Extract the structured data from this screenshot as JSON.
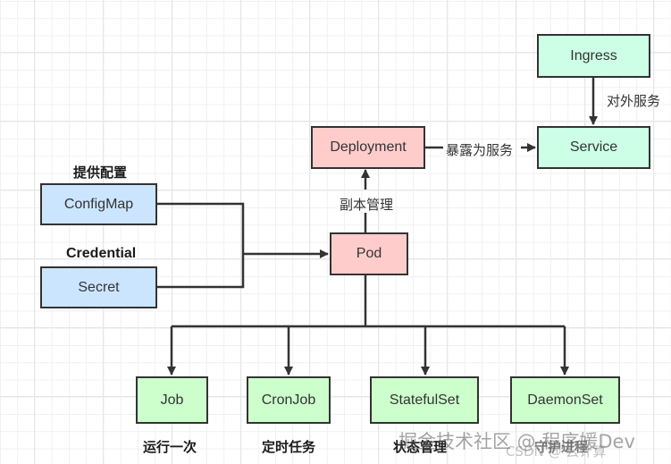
{
  "nodes": {
    "ingress": "Ingress",
    "service": "Service",
    "deployment": "Deployment",
    "pod": "Pod",
    "configmap": "ConfigMap",
    "secret": "Secret",
    "job": "Job",
    "cronjob": "CronJob",
    "statefulset": "StatefulSet",
    "daemonset": "DaemonSet"
  },
  "edge_labels": {
    "ingress_to_service": "对外服务",
    "deployment_to_service": "暴露为服务",
    "pod_to_deployment": "副本管理"
  },
  "annotations": {
    "configmap": "提供配置",
    "secret": "Credential",
    "job": "运行一次",
    "cronjob": "定时任务",
    "statefulset": "状态管理",
    "daemonset": "守护进程"
  },
  "watermarks": {
    "primary": "掘金技术社区 @ 程序媛Dev",
    "secondary": "CSDN @ 云计算"
  },
  "colors": {
    "stroke": "#333333",
    "pink": "#ffcccc",
    "mint": "#ccffe6",
    "blue": "#cce5ff",
    "green": "#ccffcc"
  }
}
